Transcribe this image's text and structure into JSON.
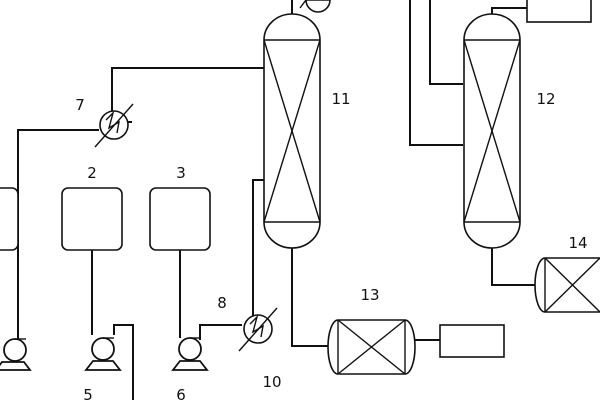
{
  "labels": {
    "tank_2": "2",
    "tank_3": "3",
    "pump_5": "5",
    "pump_6": "6",
    "exchanger_7": "7",
    "exchanger_8": "8",
    "node_10": "10",
    "column_11": "11",
    "column_12": "12",
    "vessel_13": "13",
    "vessel_14": "14"
  },
  "icons": {
    "pump": "pump-icon",
    "heat_exchanger": "heat-exchanger-icon",
    "packed_bed": "packed-bed-icon"
  },
  "colors": {
    "line": "#111111",
    "background": "#ffffff"
  }
}
